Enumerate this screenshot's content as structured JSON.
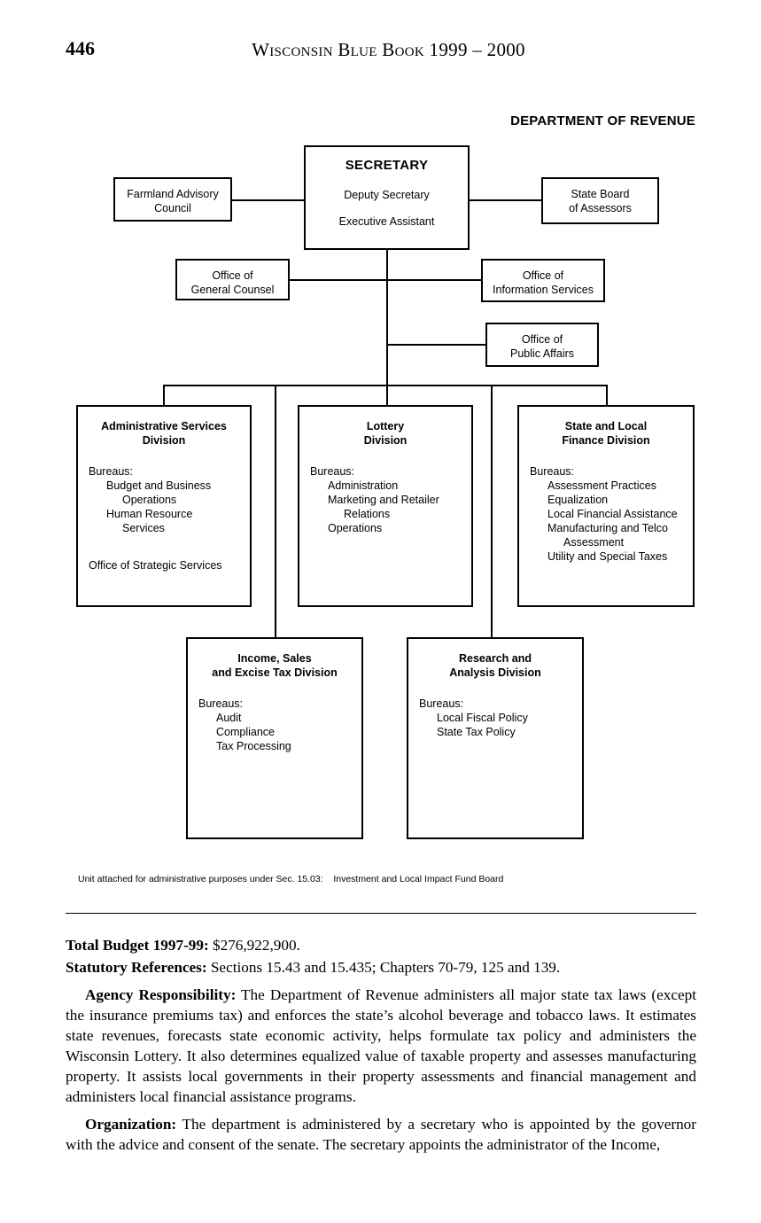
{
  "page": {
    "folio": "446",
    "running_title_main": "Wisconsin Blue Book ",
    "running_title_years": "1999 – 2000"
  },
  "chart": {
    "title": "DEPARTMENT OF REVENUE",
    "note_left": "Unit attached for administrative purposes under Sec. 15.03:",
    "note_right": "Investment and Local Impact Fund Board",
    "nodes": {
      "secretary": {
        "title": "SECRETARY",
        "line2": "Deputy Secretary",
        "line3": "Executive Assistant"
      },
      "farmland": {
        "line1": "Farmland Advisory",
        "line2": "Council"
      },
      "assessors": {
        "line1": "State Board",
        "line2": "of Assessors"
      },
      "general_counsel": {
        "line1": "Office of",
        "line2": "General Counsel"
      },
      "information_services": {
        "line1": "Office of",
        "line2": "Information Services"
      },
      "public_affairs": {
        "line1": "Office of",
        "line2": "Public Affairs"
      },
      "administrative_services": {
        "title_line1": "Administrative Services",
        "title_line2": "Division",
        "bureaus_label": "Bureaus:",
        "bureaus": [
          "Budget and Business",
          "Operations",
          "Human Resource",
          "Services"
        ],
        "extra": "Office of Strategic Services"
      },
      "lottery": {
        "title_line1": "Lottery",
        "title_line2": "Division",
        "bureaus_label": "Bureaus:",
        "bureaus": [
          "Administration",
          "Marketing and Retailer",
          "Relations",
          "Operations"
        ]
      },
      "state_local_finance": {
        "title_line1": "State and Local",
        "title_line2": "Finance Division",
        "bureaus_label": "Bureaus:",
        "bureaus": [
          "Assessment Practices",
          "Equalization",
          "Local Financial Assistance",
          "Manufacturing and Telco",
          "Assessment",
          "Utility and Special Taxes"
        ]
      },
      "income_sales_excise": {
        "title_line1": "Income, Sales",
        "title_line2": "and Excise Tax Division",
        "bureaus_label": "Bureaus:",
        "bureaus": [
          "Audit",
          "Compliance",
          "Tax Processing"
        ]
      },
      "research_analysis": {
        "title_line1": "Research and",
        "title_line2": "Analysis Division",
        "bureaus_label": "Bureaus:",
        "bureaus": [
          "Local Fiscal Policy",
          "State Tax Policy"
        ]
      }
    }
  },
  "body": {
    "total_budget_label": "Total Budget 1997-99:",
    "total_budget_value": " $276,922,900.",
    "statutory_label": "Statutory References:",
    "statutory_value": " Sections 15.43 and 15.435; Chapters 70-79, 125 and 139.",
    "agency_label": "Agency Responsibility:",
    "agency_text": " The Department of Revenue administers all major state tax laws (except the insurance premiums tax) and enforces the state’s alcohol beverage and tobacco laws. It estimates state revenues, forecasts state economic activity, helps formulate tax policy and administers the Wisconsin Lottery.  It also determines equalized value of taxable property and assesses manufacturing property.  It assists local governments in their property assessments and financial management and administers local financial assistance programs.",
    "organization_label": "Organization:",
    "organization_text": " The department is administered by a secretary who is appointed by the governor with the advice and consent of the senate.  The secretary appoints the administrator of the Income,"
  }
}
